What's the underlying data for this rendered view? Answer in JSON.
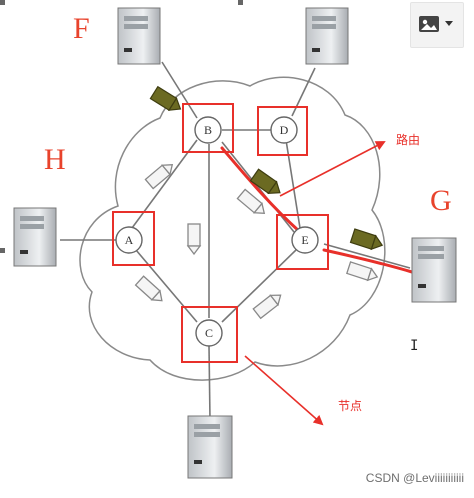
{
  "labels": {
    "F": "F",
    "H": "H",
    "G": "G"
  },
  "nodes": [
    {
      "id": "A",
      "label": "A"
    },
    {
      "id": "B",
      "label": "B"
    },
    {
      "id": "C",
      "label": "C"
    },
    {
      "id": "D",
      "label": "D"
    },
    {
      "id": "E",
      "label": "E"
    }
  ],
  "annotations": {
    "routing": "路由",
    "node": "节点"
  },
  "watermark": "CSDN @Leviiiiiiiiiii",
  "colors": {
    "highlight": "#e8302a",
    "letters": "#e8432c",
    "link": "#777777"
  },
  "icons": [
    "server-icon",
    "router-icon",
    "packet-icon",
    "image-icon",
    "chevron-down-icon"
  ]
}
